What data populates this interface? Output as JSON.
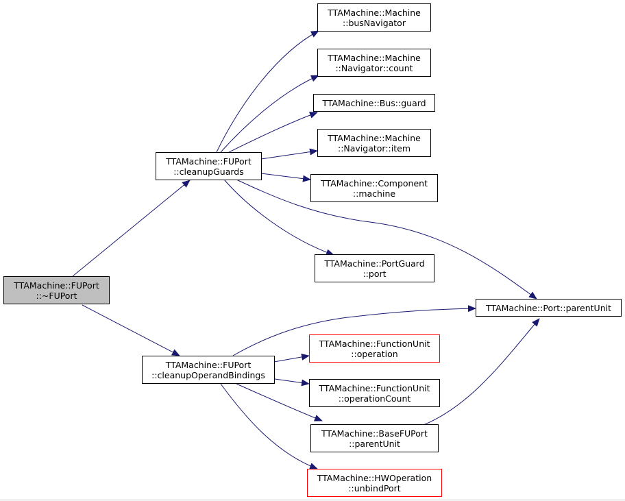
{
  "colors": {
    "edge": "#191970",
    "root_fill": "#bfbfbf",
    "node_border": "#000000",
    "undocumented_border": "#ff0000"
  },
  "nodes": {
    "root": {
      "line1": "TTAMachine::FUPort",
      "line2": "::~FUPort"
    },
    "cleanup_guards": {
      "line1": "TTAMachine::FUPort",
      "line2": "::cleanupGuards"
    },
    "cleanup_operand_bindings": {
      "line1": "TTAMachine::FUPort",
      "line2": "::cleanupOperandBindings"
    },
    "machine_bus_navigator": {
      "line1": "TTAMachine::Machine",
      "line2": "::busNavigator"
    },
    "navigator_count": {
      "line1": "TTAMachine::Machine",
      "line2": "::Navigator::count"
    },
    "bus_guard": {
      "line1": "TTAMachine::Bus::guard"
    },
    "navigator_item": {
      "line1": "TTAMachine::Machine",
      "line2": "::Navigator::item"
    },
    "component_machine": {
      "line1": "TTAMachine::Component",
      "line2": "::machine"
    },
    "portguard_port": {
      "line1": "TTAMachine::PortGuard",
      "line2": "::port"
    },
    "port_parent_unit": {
      "line1": "TTAMachine::Port::parentUnit"
    },
    "function_unit_operation": {
      "line1": "TTAMachine::FunctionUnit",
      "line2": "::operation"
    },
    "function_unit_operation_count": {
      "line1": "TTAMachine::FunctionUnit",
      "line2": "::operationCount"
    },
    "base_fuport_parent_unit": {
      "line1": "TTAMachine::BaseFUPort",
      "line2": "::parentUnit"
    },
    "hwoperation_unbind_port": {
      "line1": "TTAMachine::HWOperation",
      "line2": "::unbindPort"
    }
  }
}
